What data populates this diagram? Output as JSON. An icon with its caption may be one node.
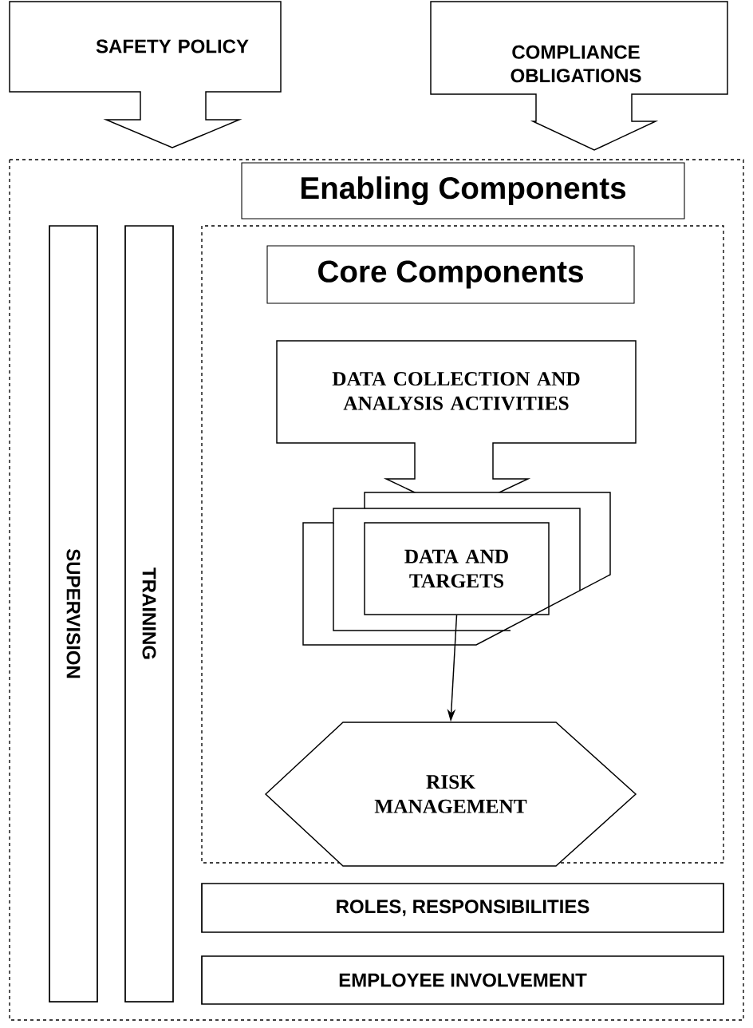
{
  "diagram": {
    "nodes": [
      {
        "text": [
          "SAFETY POLICY"
        ]
      },
      {
        "text": [
          "COMPLIANCE OBLIGATIONS"
        ]
      },
      {
        "text": [
          "Enabling Components"
        ]
      },
      {
        "text": [
          "SUPERVISION"
        ],
        "in": 2
      },
      {
        "text": [
          "TRAINING"
        ],
        "in": 2
      },
      {
        "text": [
          "Core Components"
        ],
        "in": 2
      },
      {
        "text": [
          "DATA COLLECTION AND ANALYSIS ACTIVITIES"
        ],
        "in": 5
      },
      {
        "text": [
          "DATA AND TARGETS"
        ],
        "in": 5
      },
      {
        "text": [
          "RISK MANAGEMENT"
        ],
        "in": 5
      },
      {
        "text": [
          "ROLES, RESPONSIBILITIES"
        ],
        "in": 2
      },
      {
        "text": [
          "EMPLOYEE INVOLVEMENT"
        ],
        "in": 2
      }
    ],
    "edges": [
      {
        "from": 7,
        "to": 8,
        "arrow": "to"
      }
    ]
  }
}
